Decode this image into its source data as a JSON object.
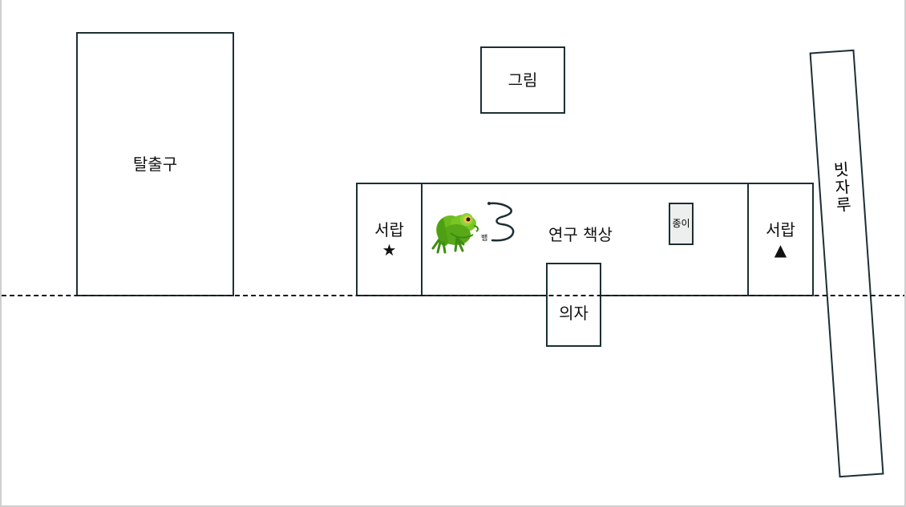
{
  "objects": {
    "exit": "탈출구",
    "picture": "그림",
    "desk": "연구 책상",
    "drawer_left": {
      "label": "서랍",
      "marker": "★"
    },
    "drawer_right": {
      "label": "서랍",
      "marker": "▲"
    },
    "chair": "의자",
    "paper": "종이",
    "snake": "뱀",
    "ruler": "빗자루"
  },
  "icons": {
    "frog": "frog-icon",
    "snake": "snake-icon"
  },
  "colors": {
    "outline": "#1c2f33",
    "frog_green": "#6bbb1c",
    "frog_dark": "#3f8c12",
    "paper_fill": "#edeeee",
    "line": "#1a1a1a"
  }
}
